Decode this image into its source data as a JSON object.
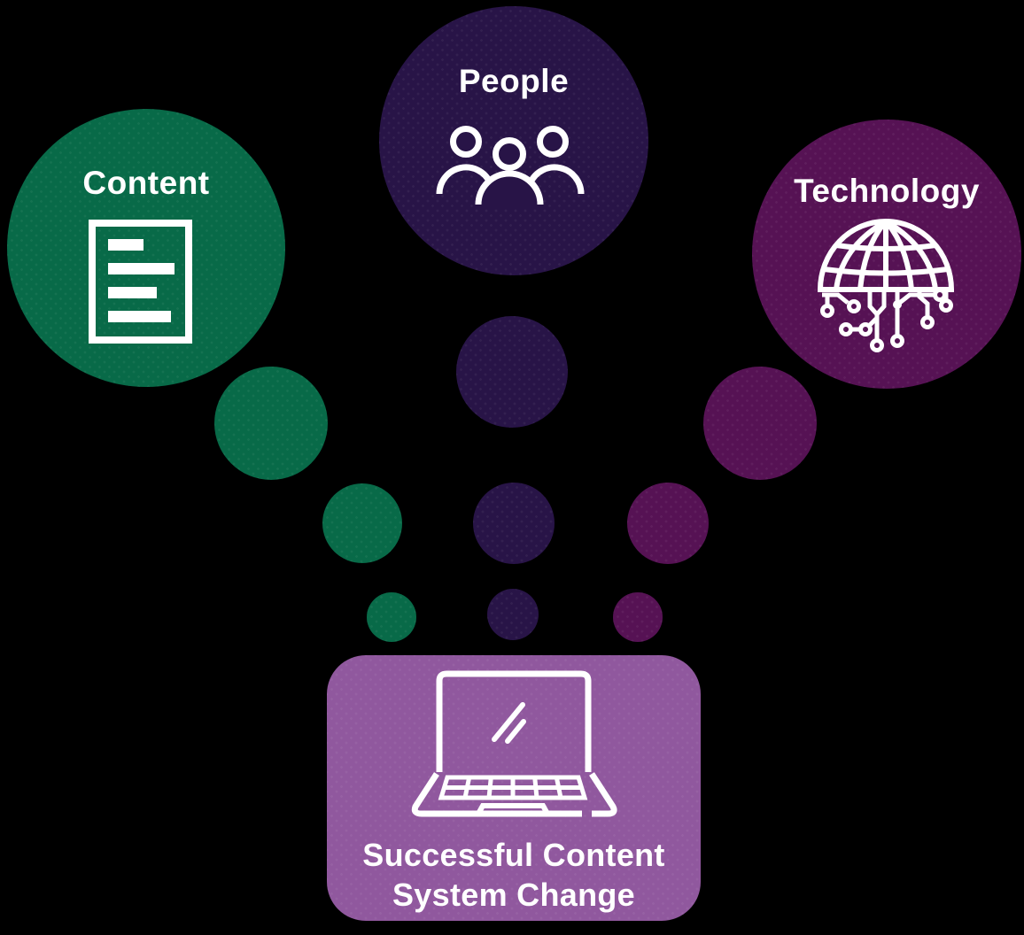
{
  "diagram": {
    "background_color": "#000000",
    "text_color": "#FFFFFF",
    "sources": [
      {
        "id": "content",
        "label": "Content",
        "color": "#086A48",
        "icon": "document-icon"
      },
      {
        "id": "people",
        "label": "People",
        "color": "#281447",
        "icon": "people-group-icon"
      },
      {
        "id": "technology",
        "label": "Technology",
        "color": "#561254",
        "icon": "globe-circuit-icon"
      }
    ],
    "outcome": {
      "label": "Successful Content System Change",
      "label_lines": [
        "Successful Content",
        "System Change"
      ],
      "color": "#90589E",
      "icon": "laptop-icon"
    }
  }
}
